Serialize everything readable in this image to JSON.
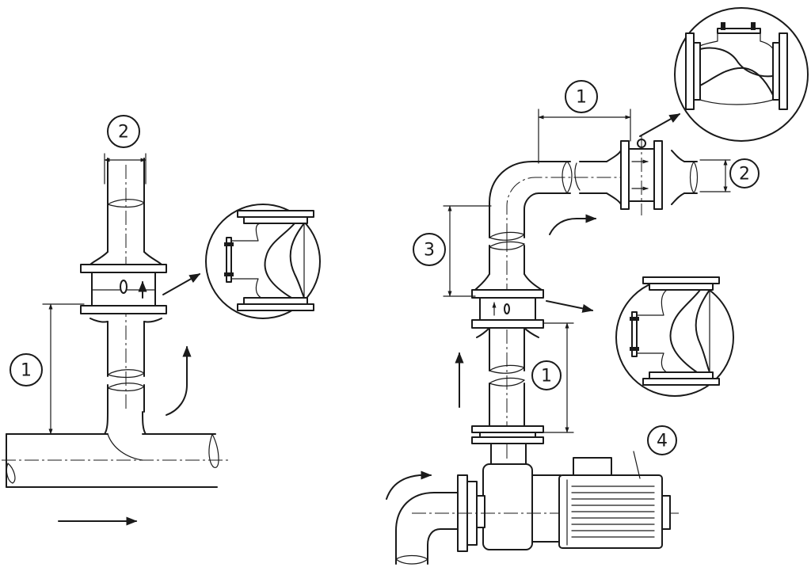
{
  "callouts": {
    "left_pipe_diameter": "2",
    "left_distance": "1",
    "right_horizontal_distance": "1",
    "right_pipe_diameter": "2",
    "right_elbow_distance": "3",
    "right_vertical_distance": "1",
    "pump": "4"
  }
}
